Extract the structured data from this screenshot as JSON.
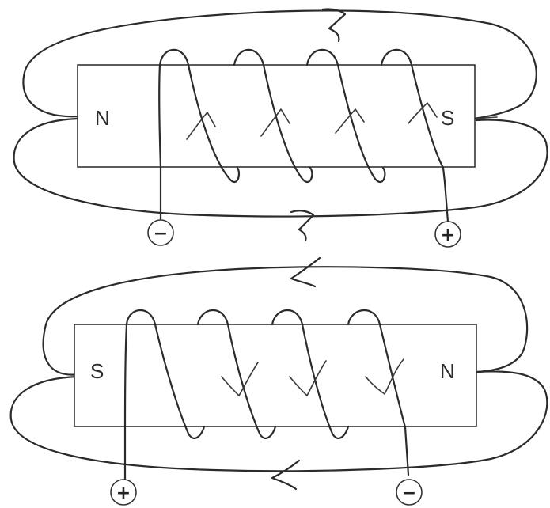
{
  "magnet_top": {
    "left_pole": "N",
    "right_pole": "S",
    "left_terminal": "−",
    "right_terminal": "+"
  },
  "magnet_bottom": {
    "left_pole": "S",
    "right_pole": "N",
    "left_terminal": "+",
    "right_terminal": "−"
  },
  "colors": {
    "ink": "#2b2b2b",
    "background": "#ffffff"
  }
}
